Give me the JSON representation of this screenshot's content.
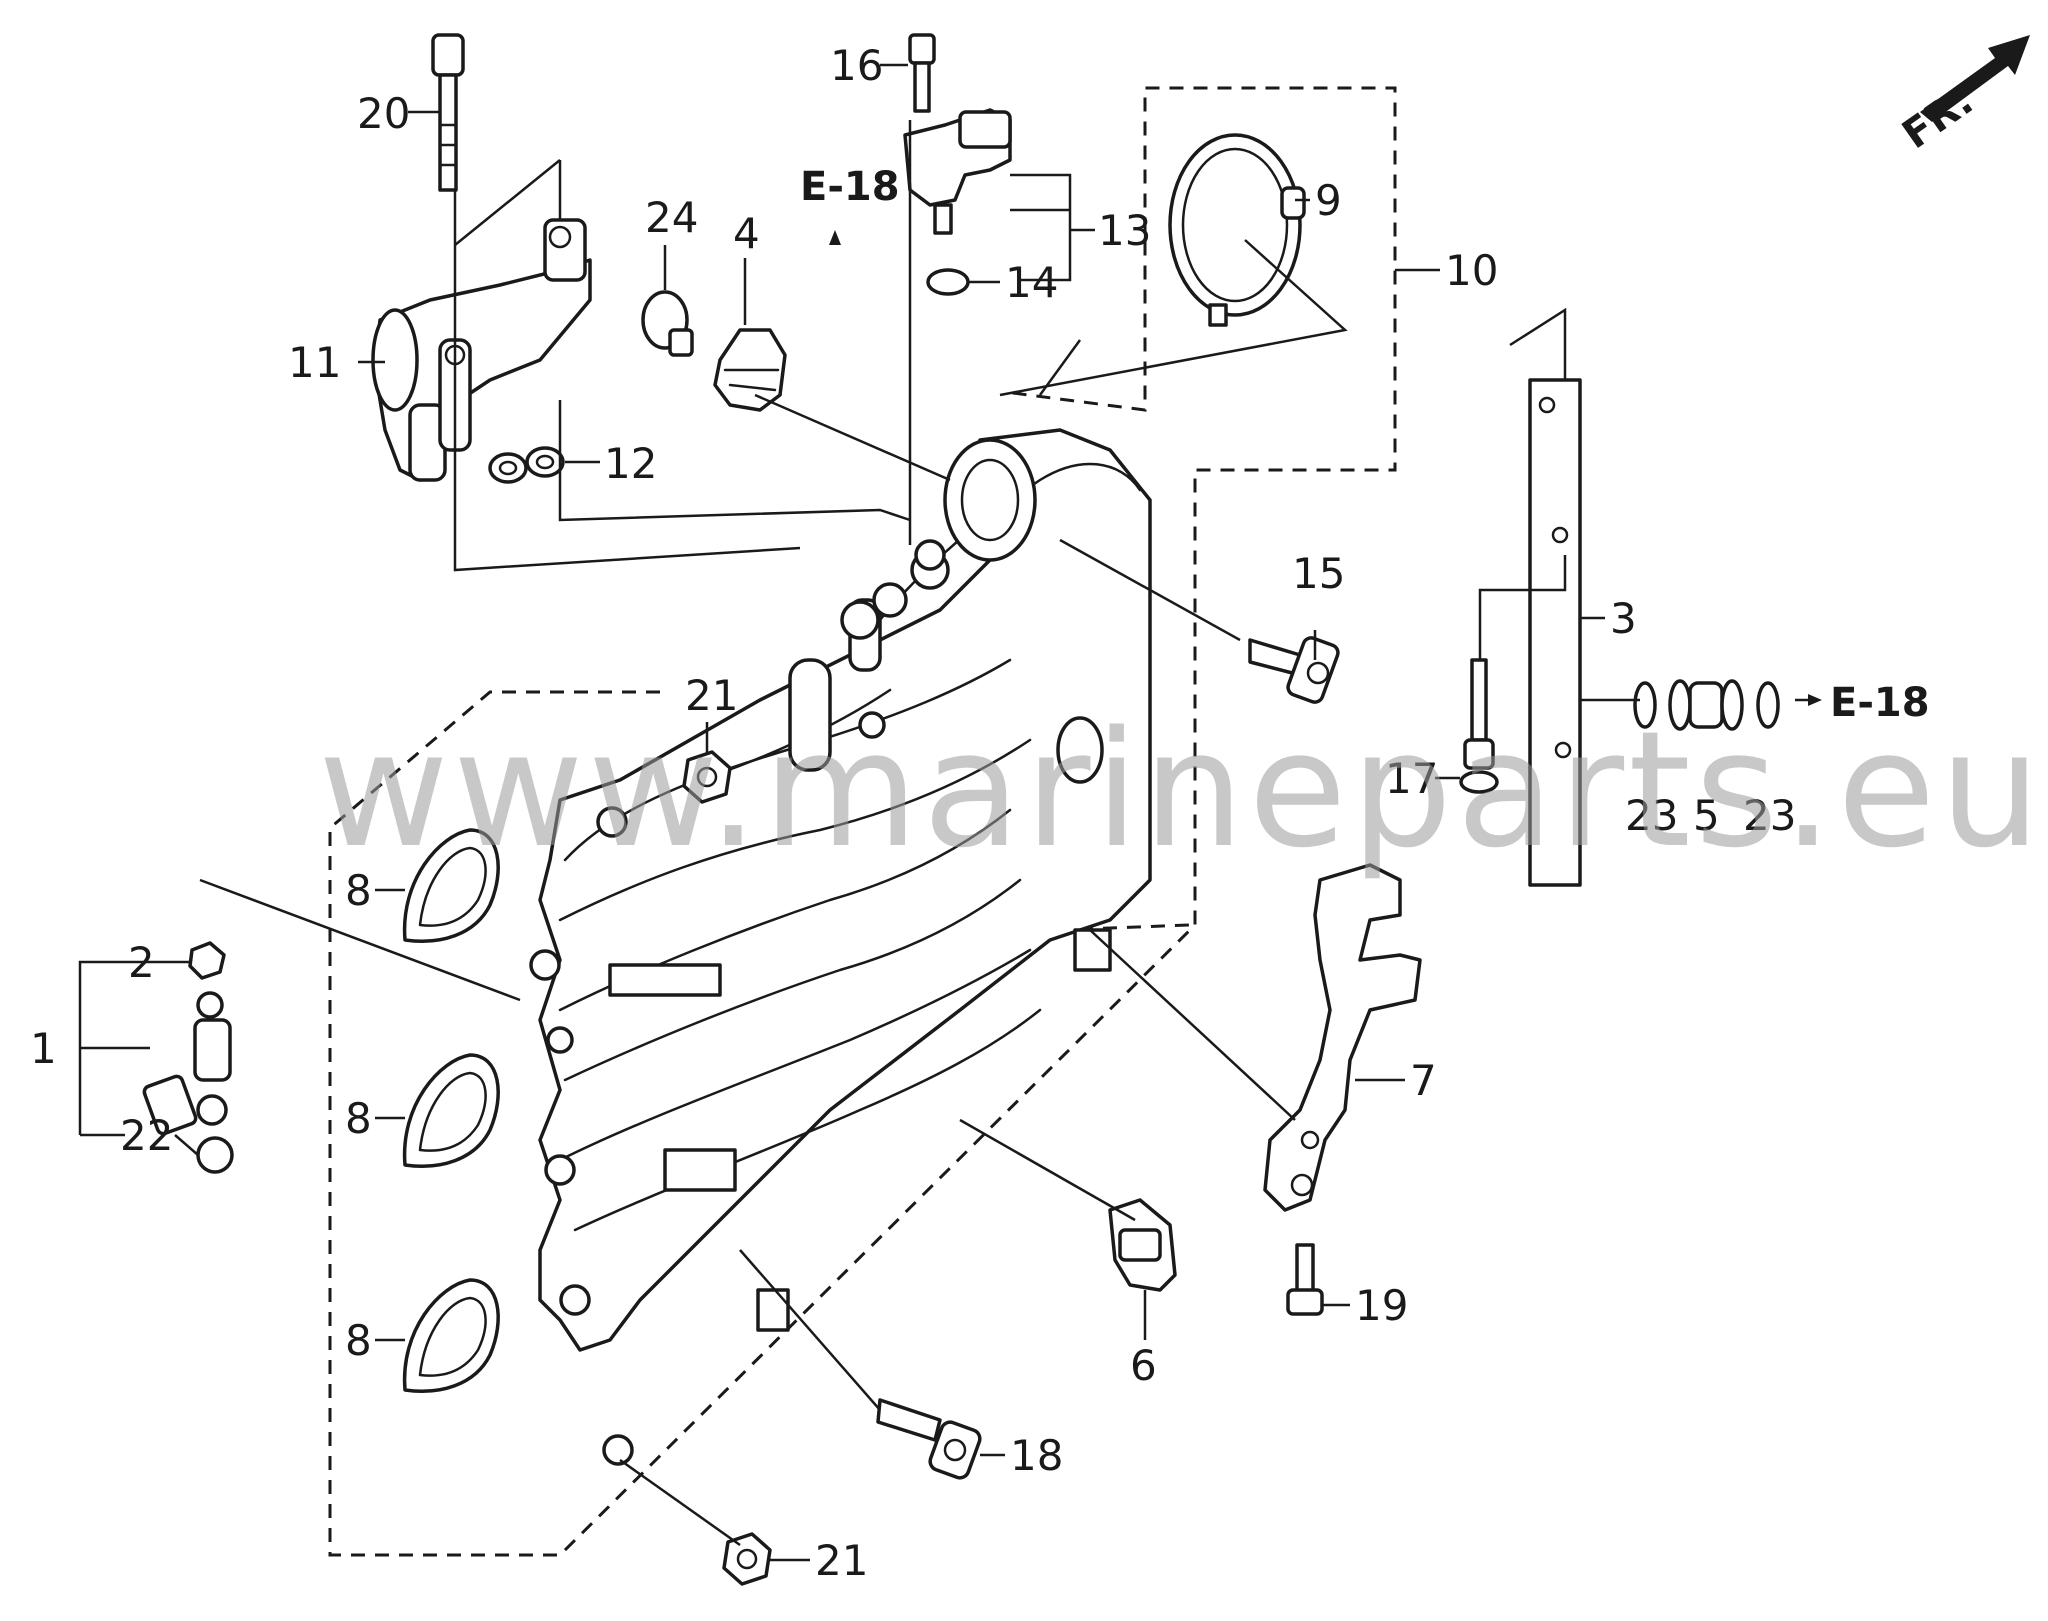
{
  "callouts": {
    "c1": "1",
    "c2": "2",
    "c3": "3",
    "c4": "4",
    "c5": "5",
    "c6": "6",
    "c7": "7",
    "c8a": "8",
    "c8b": "8",
    "c8c": "8",
    "c9": "9",
    "c10": "10",
    "c11": "11",
    "c12": "12",
    "c13": "13",
    "c14": "14",
    "c15": "15",
    "c16": "16",
    "c17": "17",
    "c18": "18",
    "c19": "19",
    "c20": "20",
    "c21a": "21",
    "c21b": "21",
    "c22": "22",
    "c23a": "23",
    "c23b": "23",
    "c24": "24"
  },
  "references": {
    "top": "E-18",
    "right": "E-18"
  },
  "direction_label": "FR.",
  "watermark": "www.marineparts.eu",
  "colors": {
    "ink": "#1a1a1a",
    "watermark": "#9a9a9a",
    "background": "#ffffff"
  }
}
